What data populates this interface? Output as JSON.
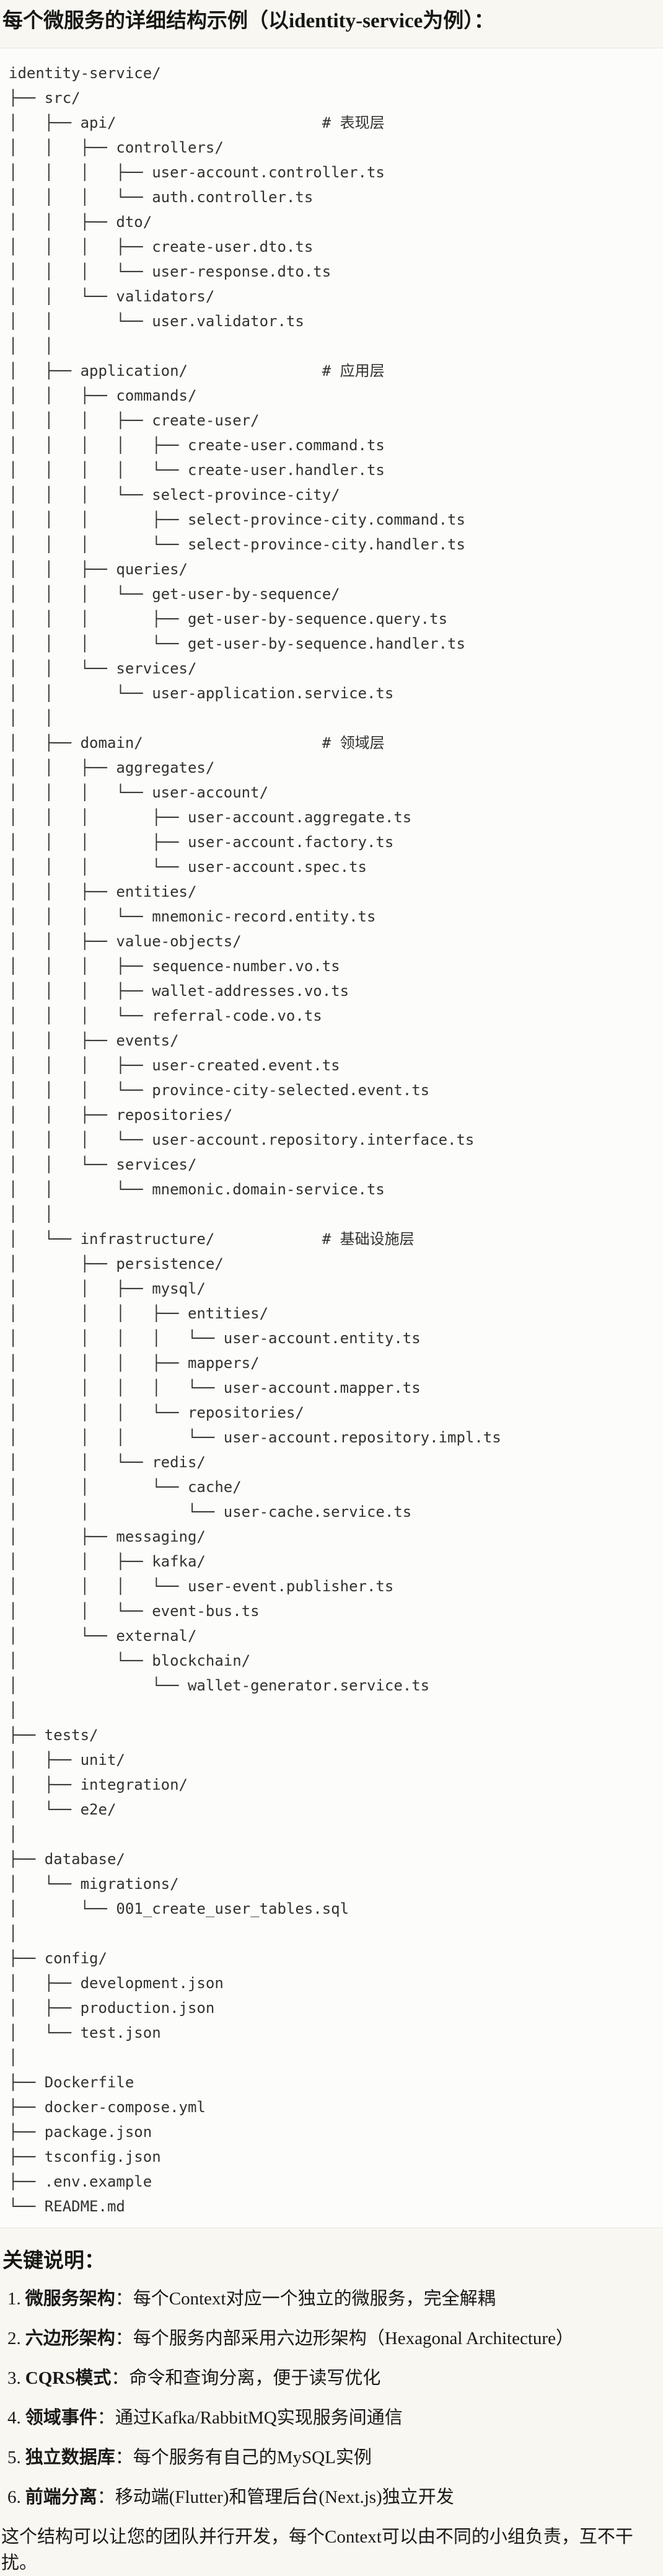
{
  "title": "每个微服务的详细结构示例（以identity-service为例）：",
  "colors": {
    "page_bg": "#f8f7f2",
    "code_bg": "#fcfcfa",
    "code_border": "#e6e5e0",
    "body_text": "#1a1918",
    "tree_text": "#33322f"
  },
  "tree_lines": [
    "identity-service/",
    "├── src/",
    "│   ├── api/                       # 表现层",
    "│   │   ├── controllers/",
    "│   │   │   ├── user-account.controller.ts",
    "│   │   │   └── auth.controller.ts",
    "│   │   ├── dto/",
    "│   │   │   ├── create-user.dto.ts",
    "│   │   │   └── user-response.dto.ts",
    "│   │   └── validators/",
    "│   │       └── user.validator.ts",
    "│   │",
    "│   ├── application/               # 应用层",
    "│   │   ├── commands/",
    "│   │   │   ├── create-user/",
    "│   │   │   │   ├── create-user.command.ts",
    "│   │   │   │   └── create-user.handler.ts",
    "│   │   │   └── select-province-city/",
    "│   │   │       ├── select-province-city.command.ts",
    "│   │   │       └── select-province-city.handler.ts",
    "│   │   ├── queries/",
    "│   │   │   └── get-user-by-sequence/",
    "│   │   │       ├── get-user-by-sequence.query.ts",
    "│   │   │       └── get-user-by-sequence.handler.ts",
    "│   │   └── services/",
    "│   │       └── user-application.service.ts",
    "│   │",
    "│   ├── domain/                    # 领域层",
    "│   │   ├── aggregates/",
    "│   │   │   └── user-account/",
    "│   │   │       ├── user-account.aggregate.ts",
    "│   │   │       ├── user-account.factory.ts",
    "│   │   │       └── user-account.spec.ts",
    "│   │   ├── entities/",
    "│   │   │   └── mnemonic-record.entity.ts",
    "│   │   ├── value-objects/",
    "│   │   │   ├── sequence-number.vo.ts",
    "│   │   │   ├── wallet-addresses.vo.ts",
    "│   │   │   └── referral-code.vo.ts",
    "│   │   ├── events/",
    "│   │   │   ├── user-created.event.ts",
    "│   │   │   └── province-city-selected.event.ts",
    "│   │   ├── repositories/",
    "│   │   │   └── user-account.repository.interface.ts",
    "│   │   └── services/",
    "│   │       └── mnemonic.domain-service.ts",
    "│   │",
    "│   └── infrastructure/            # 基础设施层",
    "│       ├── persistence/",
    "│       │   ├── mysql/",
    "│       │   │   ├── entities/",
    "│       │   │   │   └── user-account.entity.ts",
    "│       │   │   ├── mappers/",
    "│       │   │   │   └── user-account.mapper.ts",
    "│       │   │   └── repositories/",
    "│       │   │       └── user-account.repository.impl.ts",
    "│       │   └── redis/",
    "│       │       └── cache/",
    "│       │           └── user-cache.service.ts",
    "│       ├── messaging/",
    "│       │   ├── kafka/",
    "│       │   │   └── user-event.publisher.ts",
    "│       │   └── event-bus.ts",
    "│       └── external/",
    "│           └── blockchain/",
    "│               └── wallet-generator.service.ts",
    "│",
    "├── tests/",
    "│   ├── unit/",
    "│   ├── integration/",
    "│   └── e2e/",
    "│",
    "├── database/",
    "│   └── migrations/",
    "│       └── 001_create_user_tables.sql",
    "│",
    "├── config/",
    "│   ├── development.json",
    "│   ├── production.json",
    "│   └── test.json",
    "│",
    "├── Dockerfile",
    "├── docker-compose.yml",
    "├── package.json",
    "├── tsconfig.json",
    "├── .env.example",
    "└── README.md"
  ],
  "notes": {
    "heading": "关键说明：",
    "items": [
      {
        "num": "1.",
        "term": "微服务架构",
        "desc": "：每个Context对应一个独立的微服务，完全解耦"
      },
      {
        "num": "2.",
        "term": "六边形架构",
        "desc": "：每个服务内部采用六边形架构（Hexagonal Architecture）"
      },
      {
        "num": "3.",
        "term": "CQRS模式",
        "desc": "：命令和查询分离，便于读写优化"
      },
      {
        "num": "4.",
        "term": "领域事件",
        "desc": "：通过Kafka/RabbitMQ实现服务间通信"
      },
      {
        "num": "5.",
        "term": "独立数据库",
        "desc": "：每个服务有自己的MySQL实例"
      },
      {
        "num": "6.",
        "term": "前端分离",
        "desc": "：移动端(Flutter)和管理后台(Next.js)独立开发"
      }
    ]
  },
  "closing": "这个结构可以让您的团队并行开发，每个Context可以由不同的小组负责，互不干扰。"
}
